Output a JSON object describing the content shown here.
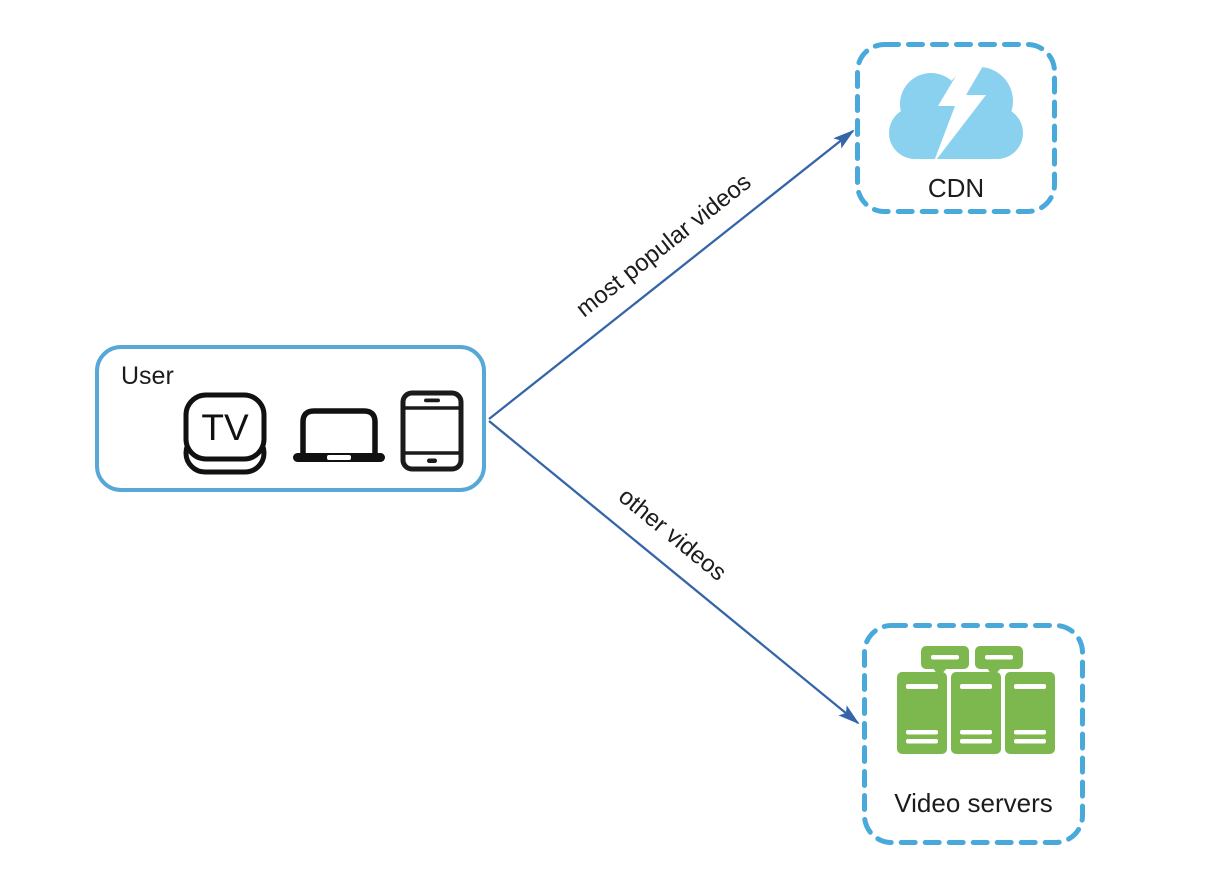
{
  "diagram": {
    "user_box": {
      "label": "User",
      "tv_label": "TV",
      "device_icons": [
        "tv-set-top-box-icon",
        "laptop-icon",
        "smartphone-icon"
      ]
    },
    "cdn_box": {
      "label": "CDN",
      "icon": "cloud-lightning-icon"
    },
    "video_servers_box": {
      "label": "Video servers",
      "icon": "server-rack-icon"
    },
    "arrows": [
      {
        "label": "most popular videos",
        "from": "user",
        "to": "cdn"
      },
      {
        "label": "other videos",
        "from": "user",
        "to": "video-servers"
      }
    ],
    "colors": {
      "box_border": "#57a7d7",
      "dashed_border": "#49a9da",
      "cloud_fill": "#8ad1f0",
      "server_green": "#7cb84d",
      "arrow_blue": "#3565a8",
      "label_text": "#1c1c1c"
    }
  }
}
